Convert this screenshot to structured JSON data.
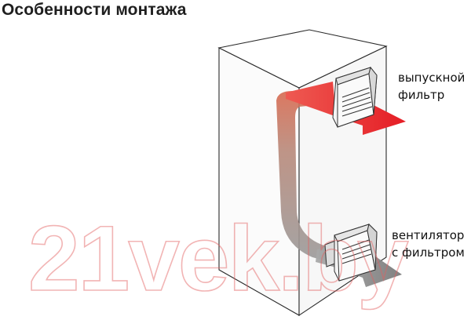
{
  "title": "Особенности монтажа",
  "labels": {
    "exhaust_filter": [
      "выпускной",
      "фильтр"
    ],
    "fan_with_filter": [
      "вентилятор",
      "с фильтром"
    ]
  },
  "watermark": "21vek.by",
  "colors": {
    "cabinet_stroke": "#2a2a2a",
    "hot_air": "#e8262c",
    "cool_air": "#8c8c8c",
    "watermark": "#e05a5a"
  },
  "icons": [
    "exhaust-filter-icon",
    "fan-with-filter-icon",
    "airflow-arrow-icon"
  ]
}
